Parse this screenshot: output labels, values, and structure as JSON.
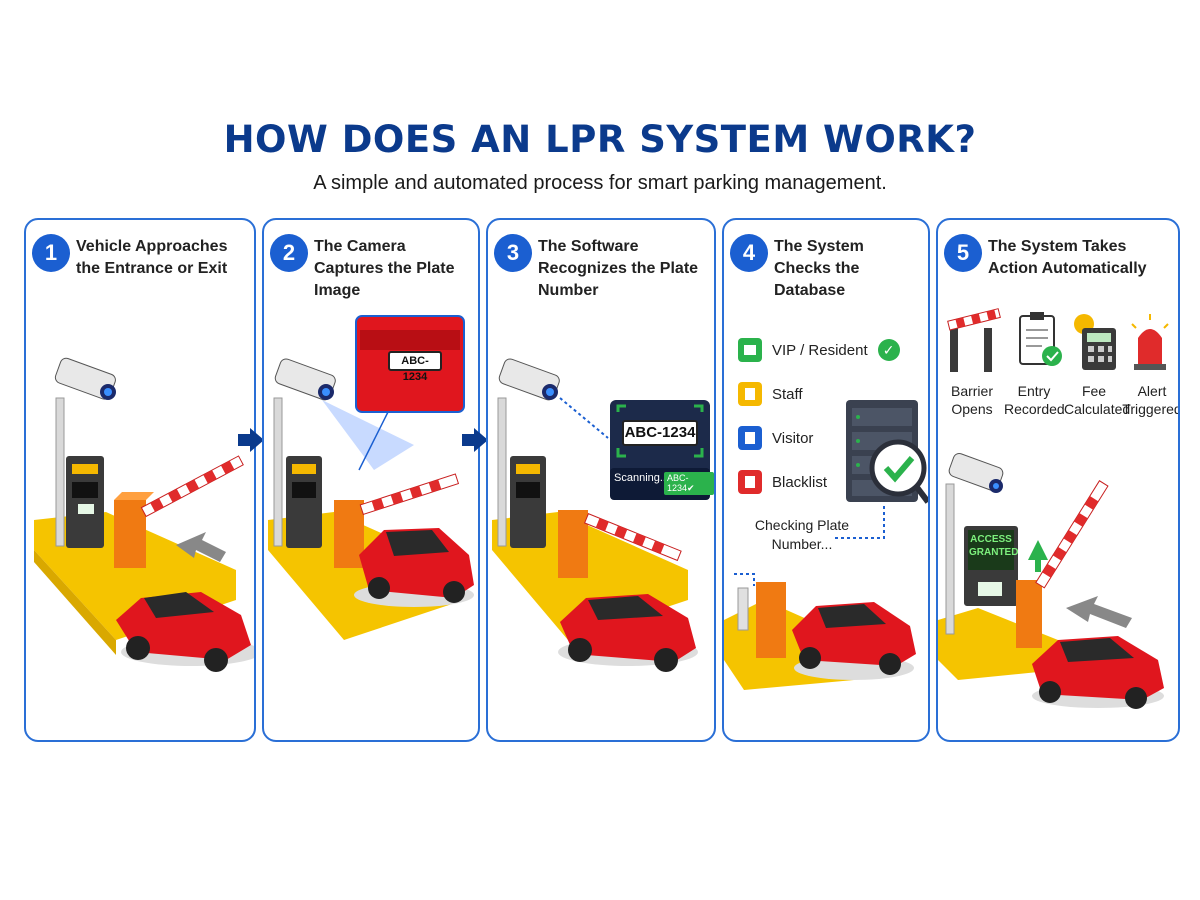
{
  "header": {
    "title": "HOW DOES AN LPR SYSTEM WORK?",
    "subtitle": "A simple and automated process for smart parking management."
  },
  "steps": [
    {
      "number": "1",
      "title": "Vehicle Approaches the Entrance or Exit"
    },
    {
      "number": "2",
      "title": "The Camera Captures the Plate Image"
    },
    {
      "number": "3",
      "title": "The Software Recognizes the Plate Number"
    },
    {
      "number": "4",
      "title": "The System Checks the Database"
    },
    {
      "number": "5",
      "title": "The System Takes Action Automatically"
    }
  ],
  "capture": {
    "plate": "ABC-1234"
  },
  "recognize": {
    "plate": "ABC-1234",
    "scanning": "Scanning...",
    "scan_badge": "ABC-1234✔"
  },
  "database": {
    "items": [
      {
        "label": "VIP / Resident",
        "color": "#2bb24c",
        "icon": "id-card-icon"
      },
      {
        "label": "Staff",
        "color": "#f5b800",
        "icon": "staff-badge-icon"
      },
      {
        "label": "Visitor",
        "color": "#1b5fd1",
        "icon": "visitor-badge-icon"
      },
      {
        "label": "Blacklist",
        "color": "#e02b2b",
        "icon": "blacklist-icon"
      }
    ],
    "checking": "Checking Plate Number..."
  },
  "actions": {
    "screen_text": "ACCESS GRANTED",
    "items": [
      {
        "label": "Barrier Opens",
        "icon": "barrier-icon"
      },
      {
        "label": "Entry Recorded",
        "icon": "clipboard-check-icon"
      },
      {
        "label": "Fee Calculated",
        "icon": "calculator-icon"
      },
      {
        "label": "Alert Triggered",
        "icon": "siren-icon"
      }
    ]
  },
  "colors": {
    "accent": "#1b5fd1",
    "title": "#0b3a8c",
    "car": "#e0161e",
    "barrier_post": "#f07a12",
    "platform": "#f5c400"
  }
}
